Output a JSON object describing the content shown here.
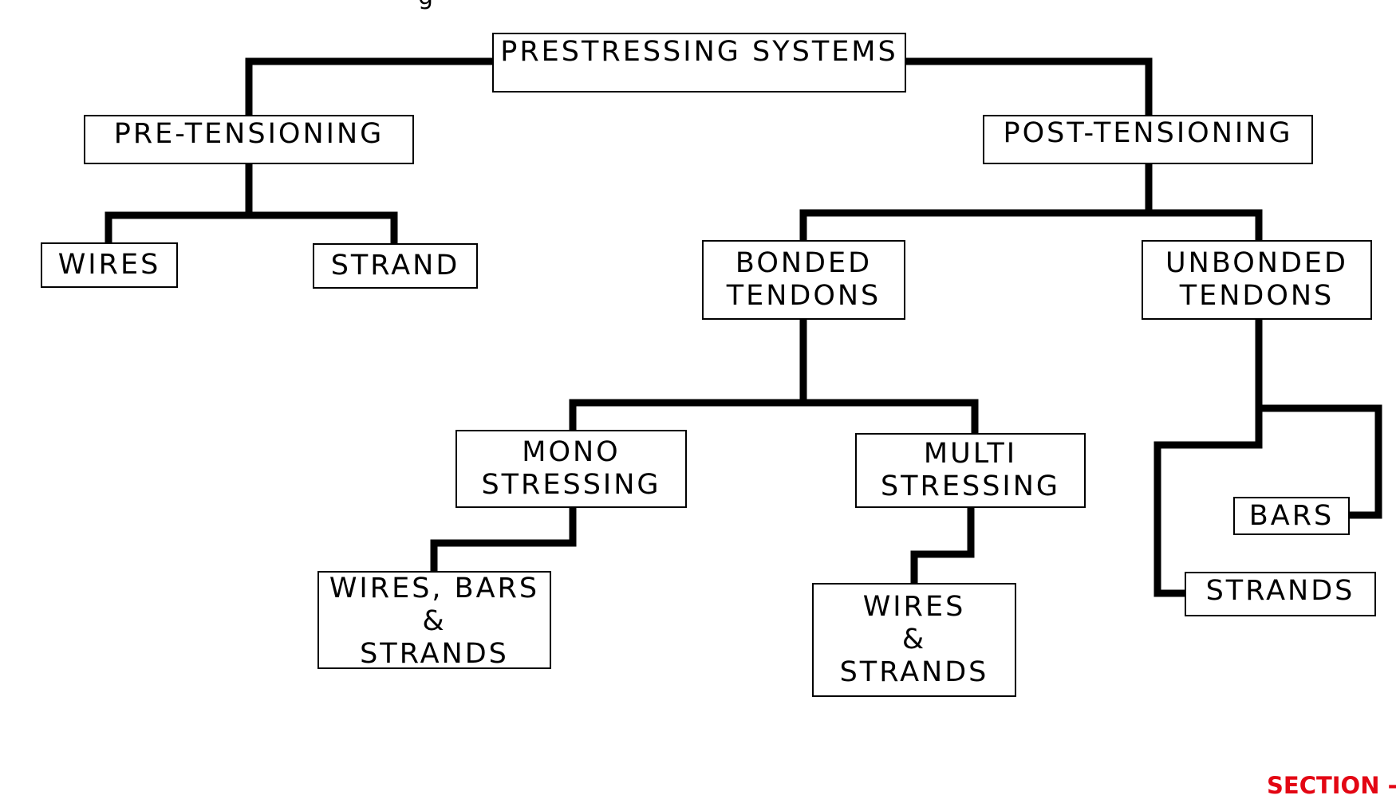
{
  "header_fragment": "g",
  "diagram": {
    "root": "PRESTRESSING SYSTEMS",
    "pre_tensioning": {
      "label": "PRE-TENSIONING",
      "wires": "WIRES",
      "strand": "STRAND"
    },
    "post_tensioning": {
      "label": "POST-TENSIONING",
      "bonded": {
        "line1": "BONDED",
        "line2": "TENDONS",
        "mono": {
          "line1": "MONO",
          "line2": "STRESSING",
          "child": {
            "line1": "WIRES, BARS",
            "line2": "&",
            "line3": "STRANDS"
          }
        },
        "multi": {
          "line1": "MULTI",
          "line2": "STRESSING",
          "child": {
            "line1": "WIRES",
            "line2": "&",
            "line3": "STRANDS"
          }
        }
      },
      "unbonded": {
        "line1": "UNBONDED",
        "line2": "TENDONS",
        "bars": "BARS",
        "strands": "STRANDS"
      }
    }
  },
  "footer": {
    "section_label": "SECTION -",
    "section_color": "#e30613"
  },
  "colors": {
    "line": "#000000",
    "box_border": "#000000",
    "background": "#ffffff"
  }
}
